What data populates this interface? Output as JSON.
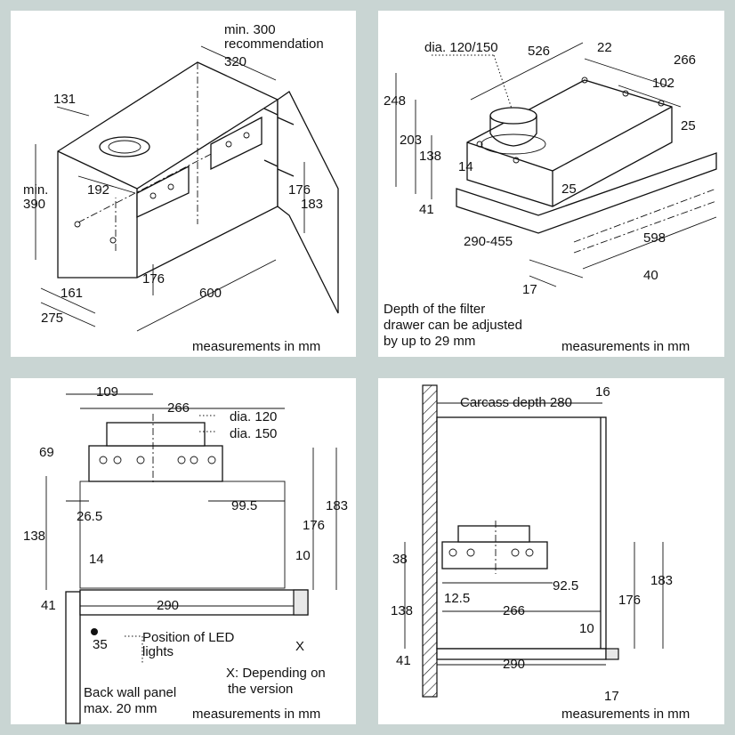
{
  "panel_top_left": {
    "dims": {
      "min300": "min. 300",
      "recommendation": "recommendation",
      "d320": "320",
      "d131": "131",
      "d192": "192",
      "min": "min.",
      "d390": "390",
      "d176a": "176",
      "d183": "183",
      "d176b": "176",
      "d161": "161",
      "d275": "275",
      "d600": "600"
    },
    "units": "measurements in mm"
  },
  "panel_top_right": {
    "dims": {
      "dia": "dia. 120/150",
      "d526": "526",
      "d22": "22",
      "d266": "266",
      "d248": "248",
      "d102": "102",
      "d25a": "25",
      "d203": "203",
      "d138": "138",
      "d14": "14",
      "d25b": "25",
      "d41": "41",
      "d290_455": "290-455",
      "d598": "598",
      "d40": "40",
      "d17": "17"
    },
    "note": [
      "Depth of the filter",
      "drawer can be adjusted",
      "by up to 29 mm"
    ],
    "units": "measurements in mm"
  },
  "panel_bottom_left": {
    "dims": {
      "d109": "109",
      "d266": "266",
      "dia120": "dia. 120",
      "dia150": "dia. 150",
      "d69": "69",
      "d26_5": "26.5",
      "d99_5": "99.5",
      "d183": "183",
      "d176": "176",
      "d138": "138",
      "d14": "14",
      "d10": "10",
      "d41": "41",
      "d290": "290",
      "d35": "35",
      "x": "X"
    },
    "led": [
      "Position of LED",
      "lights"
    ],
    "xnote": [
      "X: Depending on",
      "the version"
    ],
    "backwall": [
      "Back wall panel",
      "max. 20 mm"
    ],
    "units": "measurements in mm"
  },
  "panel_bottom_right": {
    "dims": {
      "carcass": "Carcass depth 280",
      "d16": "16",
      "d38": "38",
      "d183": "183",
      "d176": "176",
      "d12_5": "12.5",
      "d92_5": "92.5",
      "d138": "138",
      "d266": "266",
      "d10": "10",
      "d41": "41",
      "d290": "290",
      "d17": "17"
    },
    "units": "measurements in mm"
  }
}
